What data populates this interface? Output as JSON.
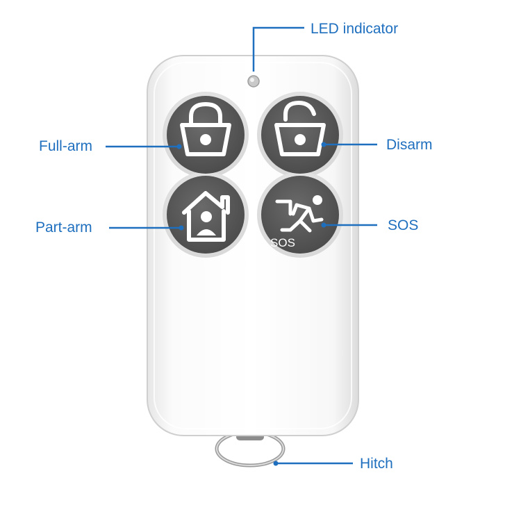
{
  "labels": {
    "led_indicator": "LED indicator",
    "full_arm": "Full-arm",
    "disarm": "Disarm",
    "part_arm": "Part-arm",
    "sos": "SOS",
    "hitch": "Hitch"
  },
  "buttons": {
    "full_arm_icon": "locked-padlock-icon",
    "disarm_icon": "unlocked-padlock-icon",
    "part_arm_icon": "house-person-icon",
    "sos_icon": "running-person-icon",
    "sos_button_text": "SOS"
  },
  "colors": {
    "callout": "#1f6fbf",
    "body": "#f7f7f7",
    "button": "#595959",
    "icon": "#ffffff"
  }
}
